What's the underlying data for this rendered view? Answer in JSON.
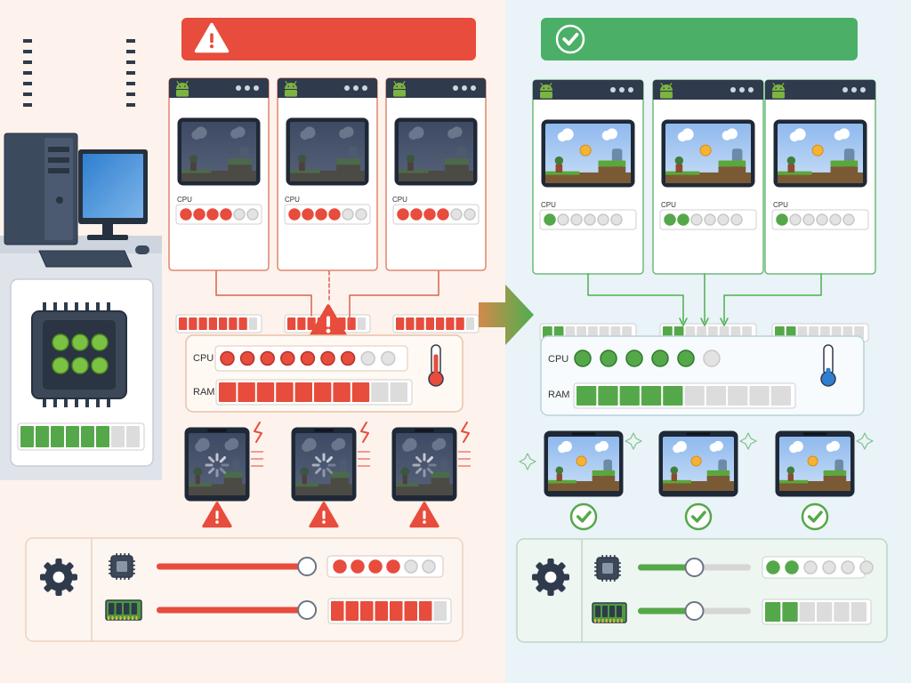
{
  "labels": {
    "cpu": "CPU",
    "ram": "RAM"
  },
  "colors": {
    "bad_red": "#e74c3c",
    "good_green": "#55a84a",
    "panel_dark": "#2f3b4c",
    "bg_left": "#fdf3ec",
    "bg_right": "#eaf3f8"
  },
  "icons": {
    "left_banner": "warning-icon",
    "right_banner": "check-icon",
    "emulator": "android-icon",
    "settings": "gear-icon",
    "cpu_chip": "cpu-chip-icon",
    "ram_module": "ram-module-icon",
    "thermometer": "thermometer-icon"
  },
  "left": {
    "emulator_cpu_filled": 4,
    "emulator_cpu_total": 6,
    "emulator_ram_level": 0.85,
    "host_cpu_filled": 7,
    "host_cpu_total": 9,
    "host_ram_level": 0.8,
    "temperature_level": 0.75,
    "slider_level": 0.95,
    "settings_cpu_filled": 4,
    "settings_cpu_total": 6,
    "settings_ram_level": 0.9,
    "pc_usage_level": 0.7
  },
  "right": {
    "emulator_cpu_filled": [
      1,
      2,
      1
    ],
    "emulator_cpu_total": 6,
    "emulator_ram_level": 0.3,
    "host_cpu_filled": 5,
    "host_cpu_total": 6,
    "host_ram_level": 0.45,
    "temperature_level": 0.3,
    "slider_level": 0.5,
    "settings_cpu_filled": 2,
    "settings_cpu_total": 6,
    "settings_ram_level": 0.4
  }
}
